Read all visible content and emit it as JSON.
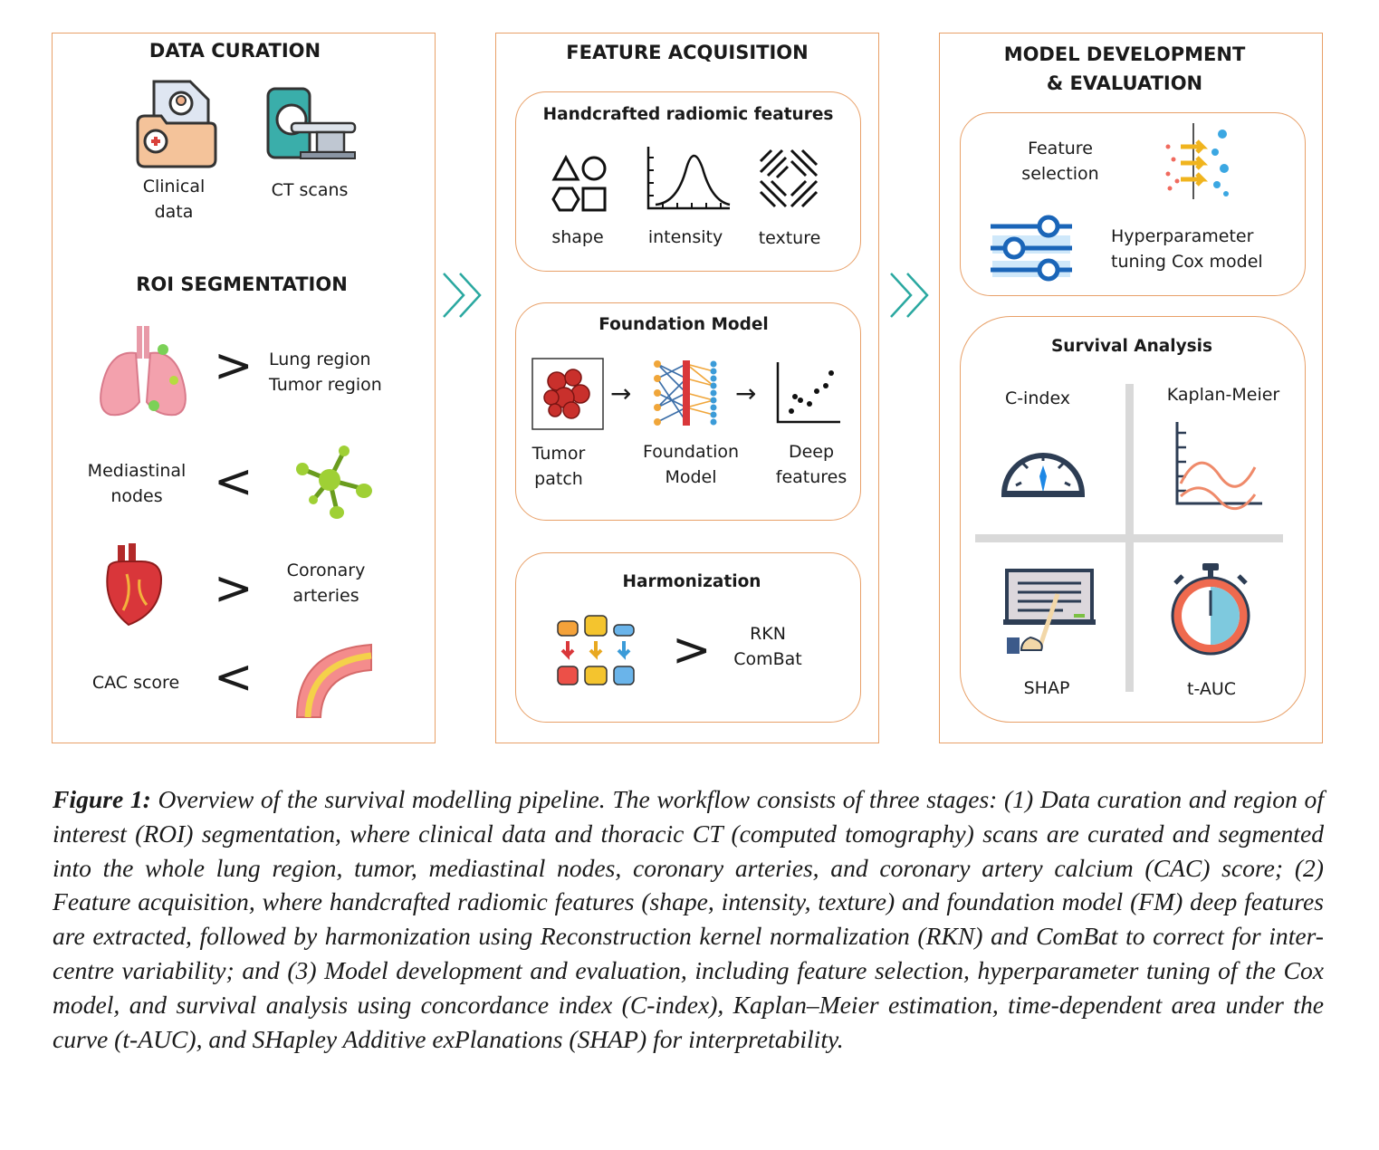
{
  "colors": {
    "border": "#e8a068",
    "arrow": "#2aa8a0",
    "grid": "#d9d9d9"
  },
  "stage1": {
    "title": "DATA CURATION",
    "clinical_label": "Clinical\ndata",
    "ct_label": "CT scans",
    "roi_title": "ROI SEGMENTATION",
    "lung_label": "Lung region\nTumor region",
    "nodes_label": "Mediastinal\nnodes",
    "coronary_label": "Coronary\narteries",
    "cac_label": "CAC score",
    "chev1": ">",
    "chev2": "<",
    "chev3": ">",
    "chev4": "<"
  },
  "stage2": {
    "title": "FEATURE ACQUISITION",
    "handcrafted": {
      "title": "Handcrafted radiomic features",
      "shape": "shape",
      "intensity": "intensity",
      "texture": "texture"
    },
    "foundation": {
      "title": "Foundation Model",
      "patch_label": "Tumor\npatch",
      "model_label": "Foundation\nModel",
      "deep_label": "Deep\nfeatures",
      "arrow1": "→",
      "arrow2": "→"
    },
    "harmonization": {
      "title": "Harmonization",
      "method_label": "RKN\nComBat",
      "chev": ">"
    }
  },
  "stage3": {
    "title": "MODEL DEVELOPMENT\n& EVALUATION",
    "feature_selection": "Feature\nselection",
    "hyperparameter": "Hyperparameter\ntuning Cox model",
    "survival": {
      "title": "Survival Analysis",
      "cindex": "C-index",
      "km": "Kaplan-Meier",
      "shap": "SHAP",
      "tauc": "t-AUC"
    }
  },
  "caption": {
    "label": "Figure 1:",
    "text": " Overview of the survival modelling pipeline. The workflow consists of three stages: (1) Data curation and region of interest (ROI) segmentation, where clinical data and thoracic CT (computed tomography) scans are curated and segmented into the whole lung region, tumor, mediastinal nodes, coronary arteries, and coronary artery calcium (CAC) score; (2) Feature acquisition, where handcrafted radiomic features (shape, intensity, texture) and foundation model (FM) deep features are extracted, followed by harmonization using Reconstruction kernel normalization (RKN) and ComBat to correct for inter-centre variability; and (3) Model development and evaluation, including feature selection, hyperparameter tuning of the Cox model, and survival analysis using concordance index (C-index), Kaplan–Meier estimation, time-dependent area under the curve (t-AUC), and SHapley Additive exPlanations (SHAP) for interpretability."
  }
}
